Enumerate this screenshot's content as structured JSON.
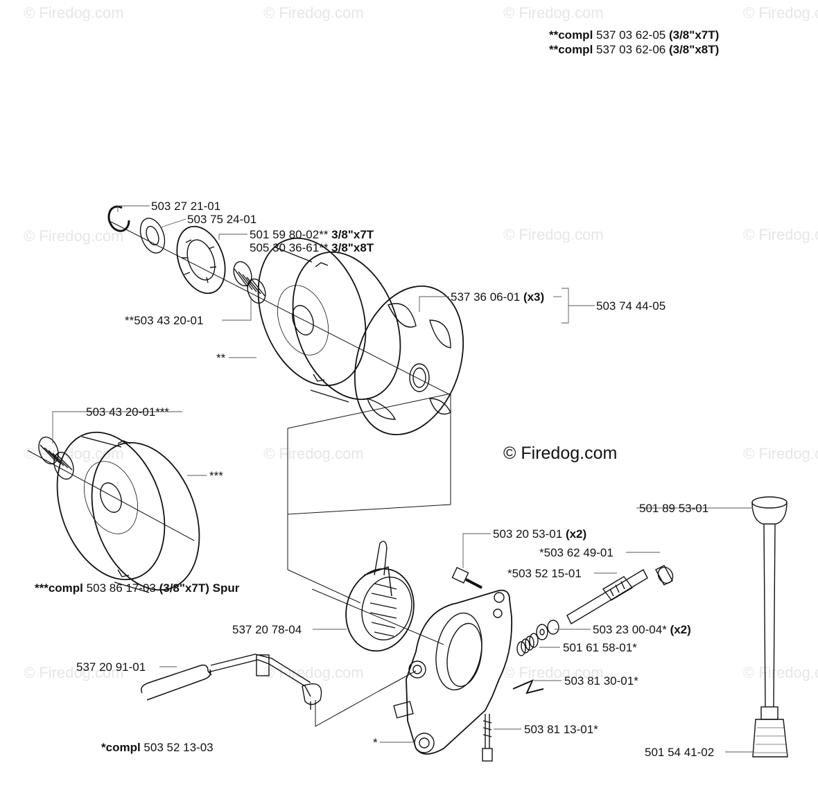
{
  "watermark_text": "© Firedog.com",
  "copyright_text": "© Firedog.com",
  "header_notes": [
    {
      "prefix": "**compl",
      "number": "537 03 62-05",
      "suffix": "(3/8\"x7T)"
    },
    {
      "prefix": "**compl",
      "number": "537 03 62-06",
      "suffix": "(3/8\"x8T)"
    }
  ],
  "parts": {
    "p1": {
      "number": "503 27 21-01",
      "suffix": ""
    },
    "p2": {
      "number": "503 75 24-01",
      "suffix": ""
    },
    "p3": {
      "number": "501 59 80-02**",
      "suffix": "3/8\"x7T"
    },
    "p4": {
      "number": "505 30 36-61**",
      "suffix": "3/8\"x8T"
    },
    "p5": {
      "number": "537 36 06-01",
      "suffix": "(x3)"
    },
    "p6": {
      "number": "503 74 44-05",
      "suffix": ""
    },
    "p7": {
      "number": "**503 43 20-01",
      "suffix": ""
    },
    "p8": {
      "number": "**",
      "suffix": ""
    },
    "p9": {
      "number": "503 43 20-01***",
      "suffix": ""
    },
    "p10": {
      "number": "***",
      "suffix": ""
    },
    "p11": {
      "number": "501 89 53-01",
      "suffix": ""
    },
    "p12": {
      "number": "503 20 53-01",
      "suffix": "(x2)"
    },
    "p13": {
      "number": "*503 62 49-01",
      "suffix": ""
    },
    "p14": {
      "number": "*503 52 15-01",
      "suffix": ""
    },
    "p15": {
      "number": "537 20 78-04",
      "suffix": ""
    },
    "p16": {
      "number": "503 23 00-04*",
      "suffix": "(x2)"
    },
    "p17": {
      "number": "501 61 58-01*",
      "suffix": ""
    },
    "p18": {
      "number": "537 20 91-01",
      "suffix": ""
    },
    "p19": {
      "number": "503 81 30-01*",
      "suffix": ""
    },
    "p20": {
      "number": "503 81 13-01*",
      "suffix": ""
    },
    "p21": {
      "number": "*",
      "suffix": ""
    },
    "p22": {
      "number": "501 54 41-02",
      "suffix": ""
    }
  },
  "footer_notes": [
    {
      "prefix": "***compl",
      "number": "503 86 17-03",
      "suffix": "(3/8\"x7T) Spur"
    },
    {
      "prefix": "*compl",
      "number": "503 52 13-03",
      "suffix": ""
    }
  ]
}
